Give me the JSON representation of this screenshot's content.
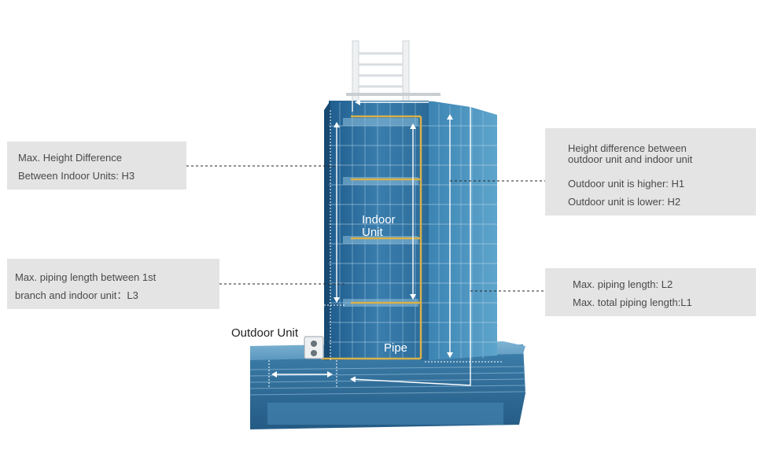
{
  "callouts": {
    "h3": {
      "line1": "Max. Height Difference",
      "line2": "Between Indoor Units: H3"
    },
    "l3": {
      "line1": "Max. piping length between 1st",
      "line2": "branch and indoor unit：L3"
    },
    "h1h2": {
      "line1": "Height difference between",
      "line2": "outdoor unit and indoor unit",
      "line3": "Outdoor unit is higher: H1",
      "line4": "Outdoor unit is lower: H2"
    },
    "l2l1": {
      "line1": "Max. piping length: L2",
      "line2": "Max. total piping length:L1"
    }
  },
  "labels": {
    "indoor_line1": "Indoor",
    "indoor_line2": "Unit",
    "pipe": "Pipe",
    "outdoor": "Outdoor Unit"
  },
  "colors": {
    "glass": "#2f6f9c",
    "glass_dark": "#1d4f77",
    "pipe": "#d8b14a",
    "callout_bg": "#e3e4e3"
  }
}
